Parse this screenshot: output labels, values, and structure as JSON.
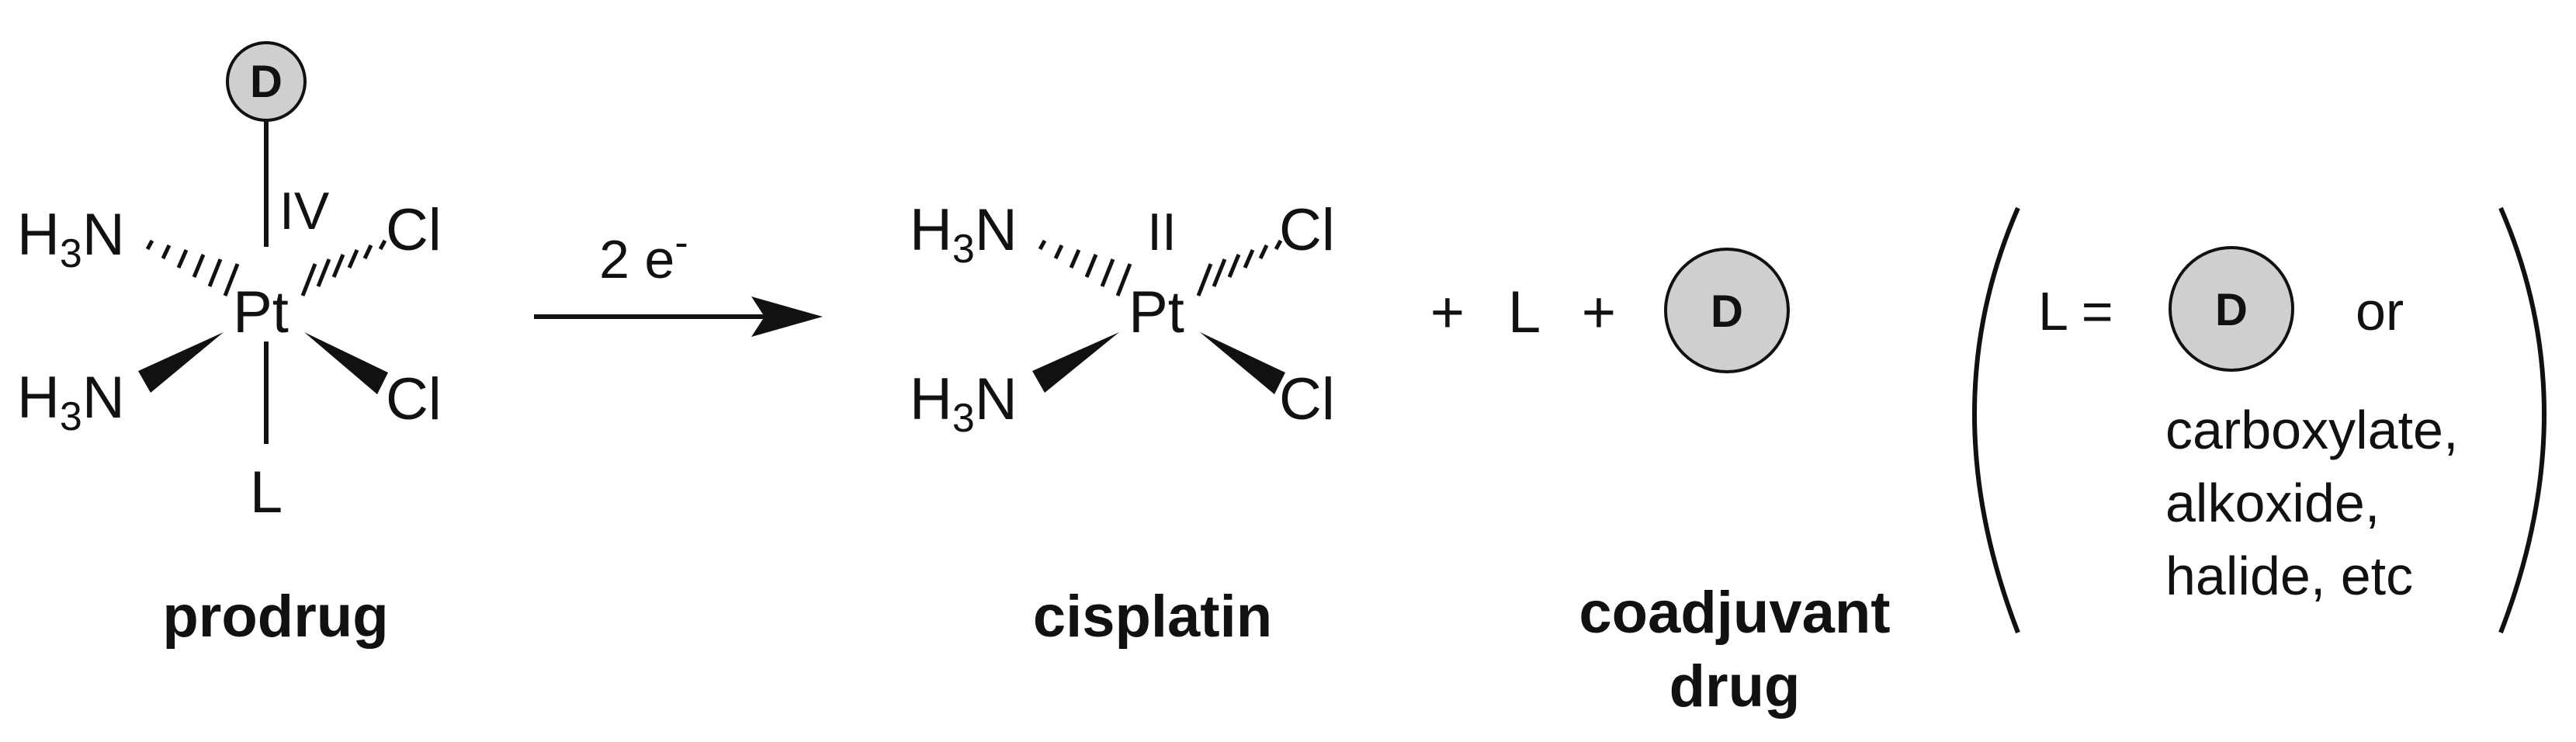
{
  "prodrug": {
    "drug_symbol": "D",
    "oxidation_state": "IV",
    "metal": "Pt",
    "amine": "H3N",
    "amine_base": "H",
    "amine_sub": "3",
    "amine_tail": "N",
    "chloride": "Cl",
    "axial_ligand": "L",
    "caption": "prodrug"
  },
  "reduction": {
    "label_main": "2 e",
    "label_sup": "-"
  },
  "cisplatin": {
    "oxidation_state": "II",
    "metal": "Pt",
    "amine_base": "H",
    "amine_sub": "3",
    "amine_tail": "N",
    "chloride": "Cl",
    "caption": "cisplatin"
  },
  "byproducts": {
    "plus": "+",
    "ligand": "L",
    "drug_symbol": "D",
    "caption_line1": "coadjuvant",
    "caption_line2": "drug"
  },
  "definition": {
    "lhs": "L =",
    "drug_symbol": "D",
    "conjunction": "or",
    "alternatives": [
      "carboxylate,",
      "alkoxide,",
      "halide, etc"
    ]
  }
}
